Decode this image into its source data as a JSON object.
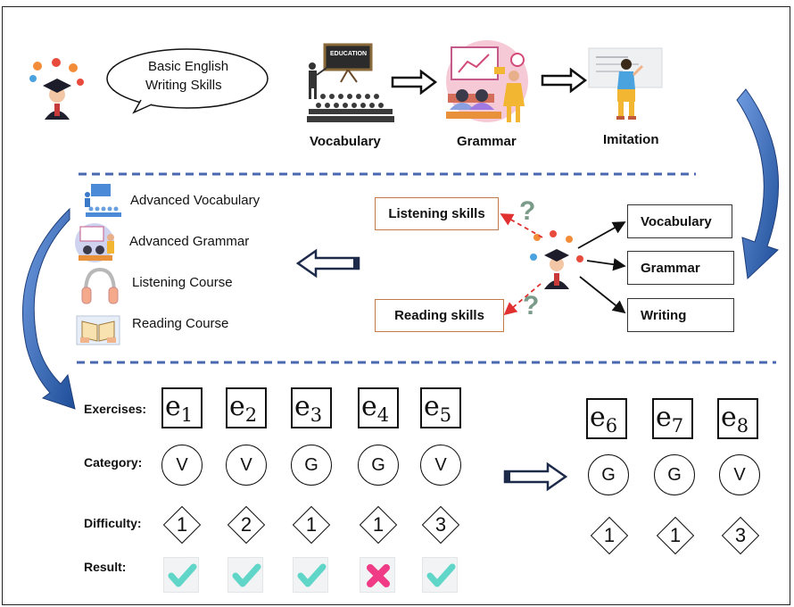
{
  "top": {
    "speech": [
      "Basic English",
      "Writing Skills"
    ],
    "steps": [
      "Vocabulary",
      "Grammar",
      "Imitation"
    ],
    "chalkboard": "EDUCATION"
  },
  "middle": {
    "courses": [
      "Advanced Vocabulary",
      "Advanced Grammar",
      "Listening Course",
      "Reading Course"
    ],
    "missing_skills": [
      "Listening skills",
      "Reading skills"
    ],
    "known_skills": [
      "Vocabulary",
      "Grammar",
      "Writing"
    ],
    "question_mark": "?"
  },
  "bottom": {
    "row_labels": {
      "exercises": "Exercises:",
      "category": "Category:",
      "difficulty": "Difficulty:",
      "result": "Result:"
    },
    "exercise_letter": "e",
    "done": [
      {
        "sub": "1",
        "category": "V",
        "difficulty": "1",
        "result": "correct"
      },
      {
        "sub": "2",
        "category": "V",
        "difficulty": "2",
        "result": "correct"
      },
      {
        "sub": "3",
        "category": "G",
        "difficulty": "1",
        "result": "correct"
      },
      {
        "sub": "4",
        "category": "G",
        "difficulty": "1",
        "result": "wrong"
      },
      {
        "sub": "5",
        "category": "V",
        "difficulty": "3",
        "result": "correct"
      }
    ],
    "next": [
      {
        "sub": "6",
        "category": "G",
        "difficulty": "1"
      },
      {
        "sub": "7",
        "category": "G",
        "difficulty": "1"
      },
      {
        "sub": "8",
        "category": "V",
        "difficulty": "3"
      }
    ]
  },
  "colors": {
    "dashed_divider": "#4a68b0",
    "curved_arrow": "#2f5597",
    "check": "#5fd6c8",
    "cross": "#f03b86",
    "orange_border": "#c27a4a",
    "red_dashed": "#e03030",
    "question": "#7a9a8a"
  }
}
